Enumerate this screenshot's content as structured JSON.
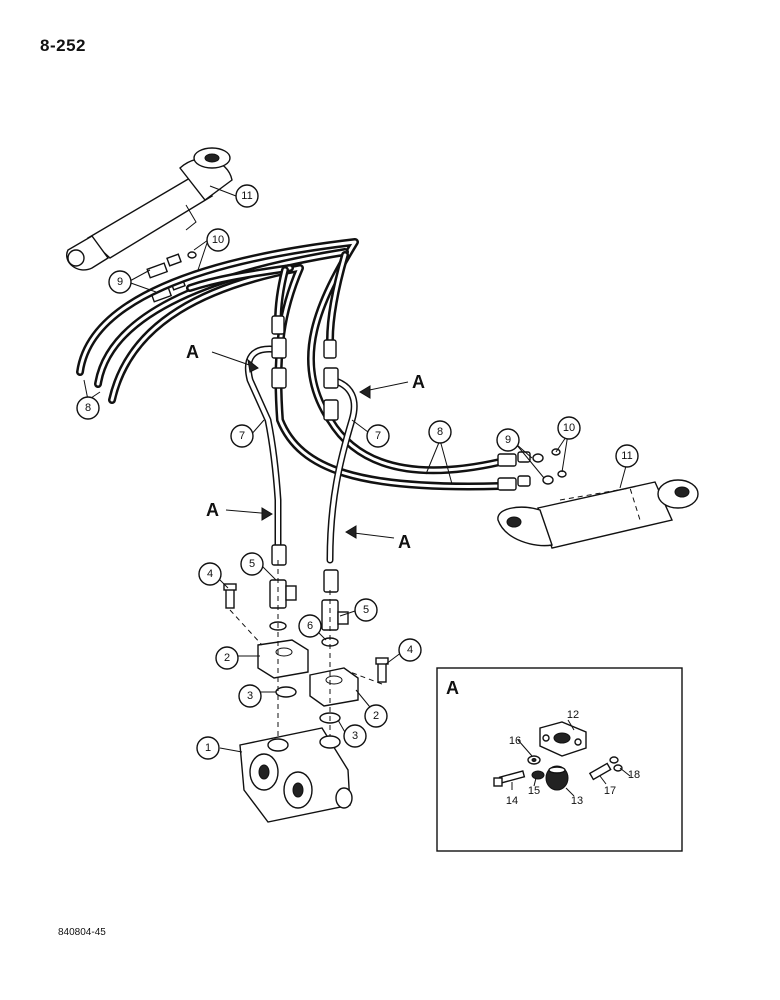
{
  "page_number": "8-252",
  "document_code": "840804-45",
  "detail_view": {
    "letter": "A"
  },
  "view_arrow_label": "A",
  "callouts": {
    "pump": "1",
    "flange_block": "2",
    "o_ring": "3",
    "cap_screw": "4",
    "tee_fitting": "5",
    "o_ring_small": "6",
    "tube_line": "7",
    "hose": "8",
    "elbow_fitting": "9",
    "o_ring_fitting": "10",
    "cylinder": "11",
    "clamp_plate": "12",
    "clamp_half": "13",
    "bolt": "14",
    "lock_washer": "15",
    "nut": "16",
    "pin": "17",
    "washer": "18"
  }
}
